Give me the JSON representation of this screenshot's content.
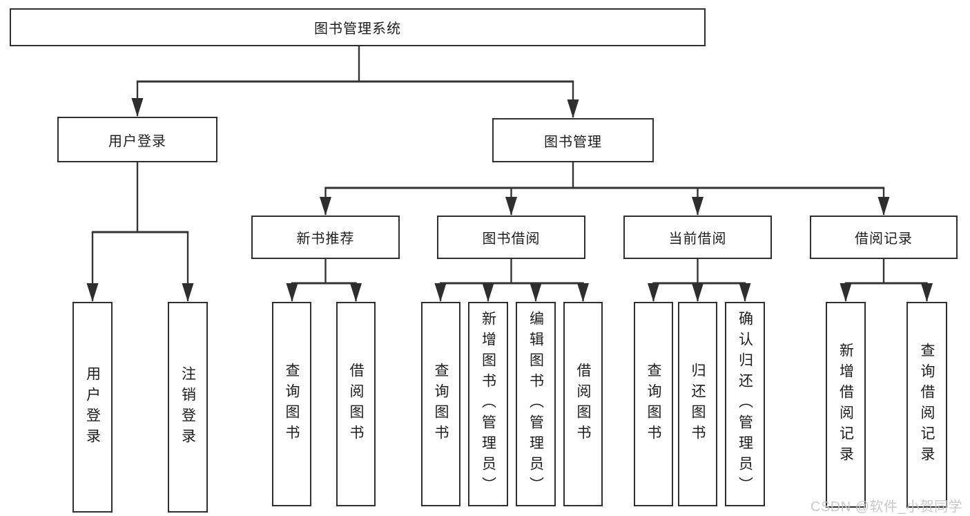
{
  "diagram": {
    "root": {
      "label": "图书管理系统"
    },
    "branches": [
      {
        "label": "用户登录",
        "children": [
          {
            "label": "用户登录"
          },
          {
            "label": "注销登录"
          }
        ]
      },
      {
        "label": "图书管理",
        "children": [
          {
            "label": "新书推荐",
            "children": [
              {
                "label": "查询图书"
              },
              {
                "label": "借阅图书"
              }
            ]
          },
          {
            "label": "图书借阅",
            "children": [
              {
                "label": "查询图书"
              },
              {
                "label": "新增图书（管理员）"
              },
              {
                "label": "编辑图书（管理员）"
              },
              {
                "label": "借阅图书"
              }
            ]
          },
          {
            "label": "当前借阅",
            "children": [
              {
                "label": "查询图书"
              },
              {
                "label": "归还图书"
              },
              {
                "label": "确认归还（管理员）"
              }
            ]
          },
          {
            "label": "借阅记录",
            "children": [
              {
                "label": "新增借阅记录"
              },
              {
                "label": "查询借阅记录"
              }
            ]
          }
        ]
      }
    ]
  },
  "watermark": {
    "text": "CSDN @软件_小贺同学",
    "color": "#c6c6c6"
  },
  "colors": {
    "line": "#333333",
    "box_border": "#2e2e2e",
    "text": "#1d1d1d",
    "background": "#ffffff",
    "arrowhead": "#2e2e2e"
  }
}
